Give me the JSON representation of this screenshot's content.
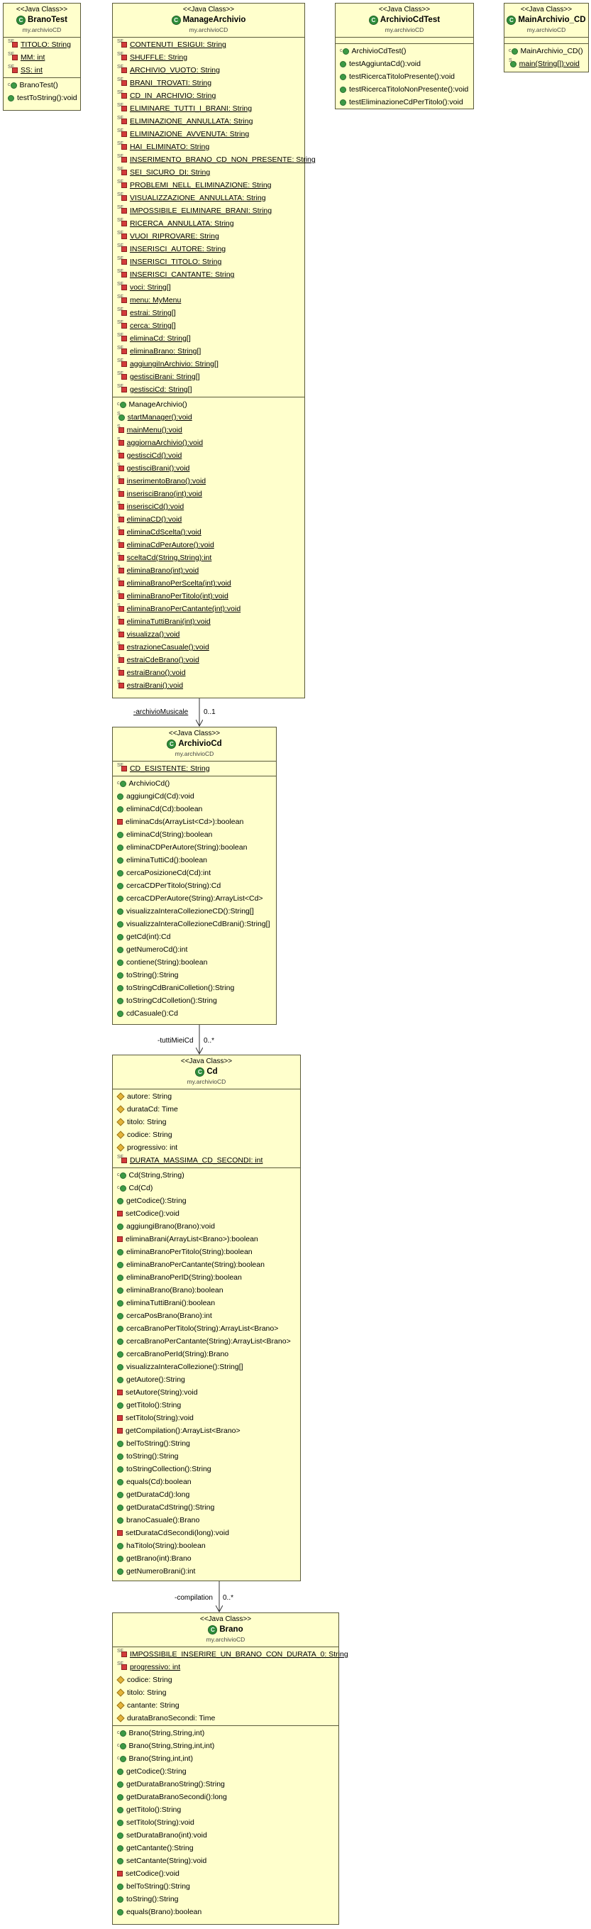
{
  "classes": {
    "branotest": {
      "stereotype": "<<Java Class>>",
      "name": "BranoTest",
      "package": "my.archivioCD",
      "fields": [
        "TITOLO: String",
        "MM: int",
        "SS: int"
      ],
      "methods": [
        "BranoTest()",
        "testToString():void"
      ]
    },
    "managearchivio": {
      "stereotype": "<<Java Class>>",
      "name": "ManageArchivio",
      "package": "my.archivioCD",
      "fields": [
        "CONTENUTI_ESIGUI: String",
        "SHUFFLE: String",
        "ARCHIVIO_VUOTO: String",
        "BRANI_TROVATI: String",
        "CD_IN_ARCHIVIO: String",
        "ELIMINARE_TUTTI_I_BRANI: String",
        "ELIMINAZIONE_ANNULLATA: String",
        "ELIMINAZIONE_AVVENUTA: String",
        "HAI_ELIMINATO: String",
        "INSERIMENTO_BRANO_CD_NON_PRESENTE: String",
        "SEI_SICURO_DI: String",
        "PROBLEMI_NELL_ELIMINAZIONE: String",
        "VISUALIZZAZIONE_ANNULLATA: String",
        "IMPOSSIBILE_ELIMINARE_BRANI: String",
        "RICERCA_ANNULLATA: String",
        "VUOI_RIPROVARE: String",
        "INSERISCI_AUTORE: String",
        "INSERISCI_TITOLO: String",
        "INSERISCI_CANTANTE: String",
        "voci: String[]",
        "menu: MyMenu",
        "estrai: String[]",
        "cerca: String[]",
        "eliminaCd: String[]",
        "eliminaBrano: String[]",
        "aggiungiInArchivio: String[]",
        "gestisciBrani: String[]",
        "gestisciCd: String[]"
      ],
      "methods": [
        "ManageArchivio()",
        "startManager():void",
        "mainMenu():void",
        "aggiornaArchivio():void",
        "gestisciCd():void",
        "gestisciBrani():void",
        "inserimentoBrano():void",
        "inserisciBrano(int):void",
        "inserisciCd():void",
        "eliminaCD():void",
        "eliminaCdScelta():void",
        "eliminaCdPerAutore():void",
        "sceltaCd(String,String):int",
        "eliminaBrano(int):void",
        "eliminaBranoPerScelta(int):void",
        "eliminaBranoPerTitolo(int):void",
        "eliminaBranoPerCantante(int):void",
        "eliminaTuttiBrani(int):void",
        "visualizza():void",
        "estrazioneCasuale():void",
        "estraiCdeBrano():void",
        "estraiBrano():void",
        "estraiBrani():void"
      ]
    },
    "archiviocdtest": {
      "stereotype": "<<Java Class>>",
      "name": "ArchivioCdTest",
      "package": "my.archivioCD",
      "methods": [
        "ArchivioCdTest()",
        "testAggiuntaCd():void",
        "testRicercaTitoloPresente():void",
        "testRicercaTitoloNonPresente():void",
        "testEliminazioneCdPerTitolo():void"
      ]
    },
    "mainarchivio": {
      "stereotype": "<<Java Class>>",
      "name": "MainArchivio_CD",
      "package": "my.archivioCD",
      "methods": [
        "MainArchivio_CD()",
        "main(String[]):void"
      ]
    },
    "archiviocd": {
      "stereotype": "<<Java Class>>",
      "name": "ArchivioCd",
      "package": "my.archivioCD",
      "fields": [
        "CD_ESISTENTE: String"
      ],
      "methods": [
        "ArchivioCd()",
        "aggiungiCd(Cd):void",
        "eliminaCd(Cd):boolean",
        "eliminaCds(ArrayList<Cd>):boolean",
        "eliminaCd(String):boolean",
        "eliminaCDPerAutore(String):boolean",
        "eliminaTuttiCd():boolean",
        "cercaPosizioneCd(Cd):int",
        "cercaCDPerTitolo(String):Cd",
        "cercaCDPerAutore(String):ArrayList<Cd>",
        "visualizzaInteraCollezioneCD():String[]",
        "visualizzaInteraCollezioneCdBrani():String[]",
        "getCd(int):Cd",
        "getNumeroCd():int",
        "contiene(String):boolean",
        "toString():String",
        "toStringCdBraniColletion():String",
        "toStringCdColletion():String",
        "cdCasuale():Cd"
      ]
    },
    "cd": {
      "stereotype": "<<Java Class>>",
      "name": "Cd",
      "package": "my.archivioCD",
      "fields": [
        "autore: String",
        "durataCd: Time",
        "titolo: String",
        "codice: String",
        "progressivo: int",
        "DURATA_MASSIMA_CD_SECONDI: int"
      ],
      "methods": [
        "Cd(String,String)",
        "Cd(Cd)",
        "getCodice():String",
        "setCodice():void",
        "aggiungiBrano(Brano):void",
        "eliminaBrani(ArrayList<Brano>):boolean",
        "eliminaBranoPerTitolo(String):boolean",
        "eliminaBranoPerCantante(String):boolean",
        "eliminaBranoPerID(String):boolean",
        "eliminaBrano(Brano):boolean",
        "eliminaTuttiBrani():boolean",
        "cercaPosBrano(Brano):int",
        "cercaBranoPerTitolo(String):ArrayList<Brano>",
        "cercaBranoPerCantante(String):ArrayList<Brano>",
        "cercaBranoPerId(String):Brano",
        "visualizzaInteraCollezione():String[]",
        "getAutore():String",
        "setAutore(String):void",
        "getTitolo():String",
        "setTitolo(String):void",
        "getCompilation():ArrayList<Brano>",
        "belToString():String",
        "toString():String",
        "toStringCollection():String",
        "equals(Cd):boolean",
        "getDurataCd():long",
        "getDurataCdString():String",
        "branoCasuale():Brano",
        "setDurataCdSecondi(long):void",
        "haTitolo(String):boolean",
        "getBrano(int):Brano",
        "getNumeroBrani():int"
      ]
    },
    "brano": {
      "stereotype": "<<Java Class>>",
      "name": "Brano",
      "package": "my.archivioCD",
      "fields": [
        "IMPOSSIBILE_INSERIRE_UN_BRANO_CON_DURATA_0: String",
        "progressivo: int",
        "codice: String",
        "titolo: String",
        "cantante: String",
        "durataBranoSecondi: Time"
      ],
      "methods": [
        "Brano(String,String,int)",
        "Brano(String,String,int,int)",
        "Brano(String,int,int)",
        "getCodice():String",
        "getDurataBranoString():String",
        "getDurataBranoSecondi():long",
        "getTitolo():String",
        "setTitolo(String):void",
        "setDurataBrano(int):void",
        "getCantante():String",
        "setCantante(String):void",
        "setCodice():void",
        "belToString():String",
        "toString():String",
        "equals(Brano):boolean"
      ]
    }
  },
  "associations": {
    "a1": {
      "role": "-archivioMusicale",
      "mult": "0..1"
    },
    "a2": {
      "role": "-tuttiMieiCd",
      "mult": "0..*"
    },
    "a3": {
      "role": "-compilation",
      "mult": "0..*"
    }
  },
  "colors": {
    "class_fill": "#ffffcc",
    "class_border": "#5a5a3a",
    "public": "#3c9a45",
    "private": "#d23b3b"
  }
}
